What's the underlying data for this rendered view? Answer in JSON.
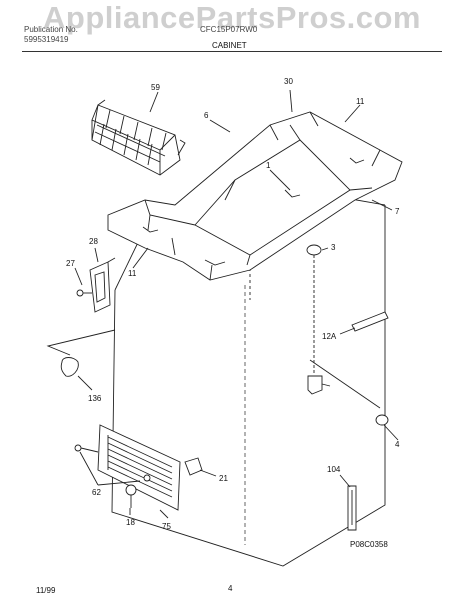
{
  "watermark": "AppliancePartsPros.com",
  "header": {
    "line1_left": "Publication No.",
    "line2_left": "5995319419",
    "model": "CFC15P07RW0",
    "section": "CABINET"
  },
  "callouts": [
    "59",
    "6",
    "30",
    "11",
    "1",
    "7",
    "3",
    "28",
    "27",
    "11",
    "12A",
    "136",
    "4",
    "104",
    "21",
    "62",
    "18",
    "75"
  ],
  "diagram_code": "P08C0358",
  "footer": {
    "date": "11/99",
    "page": "4"
  }
}
